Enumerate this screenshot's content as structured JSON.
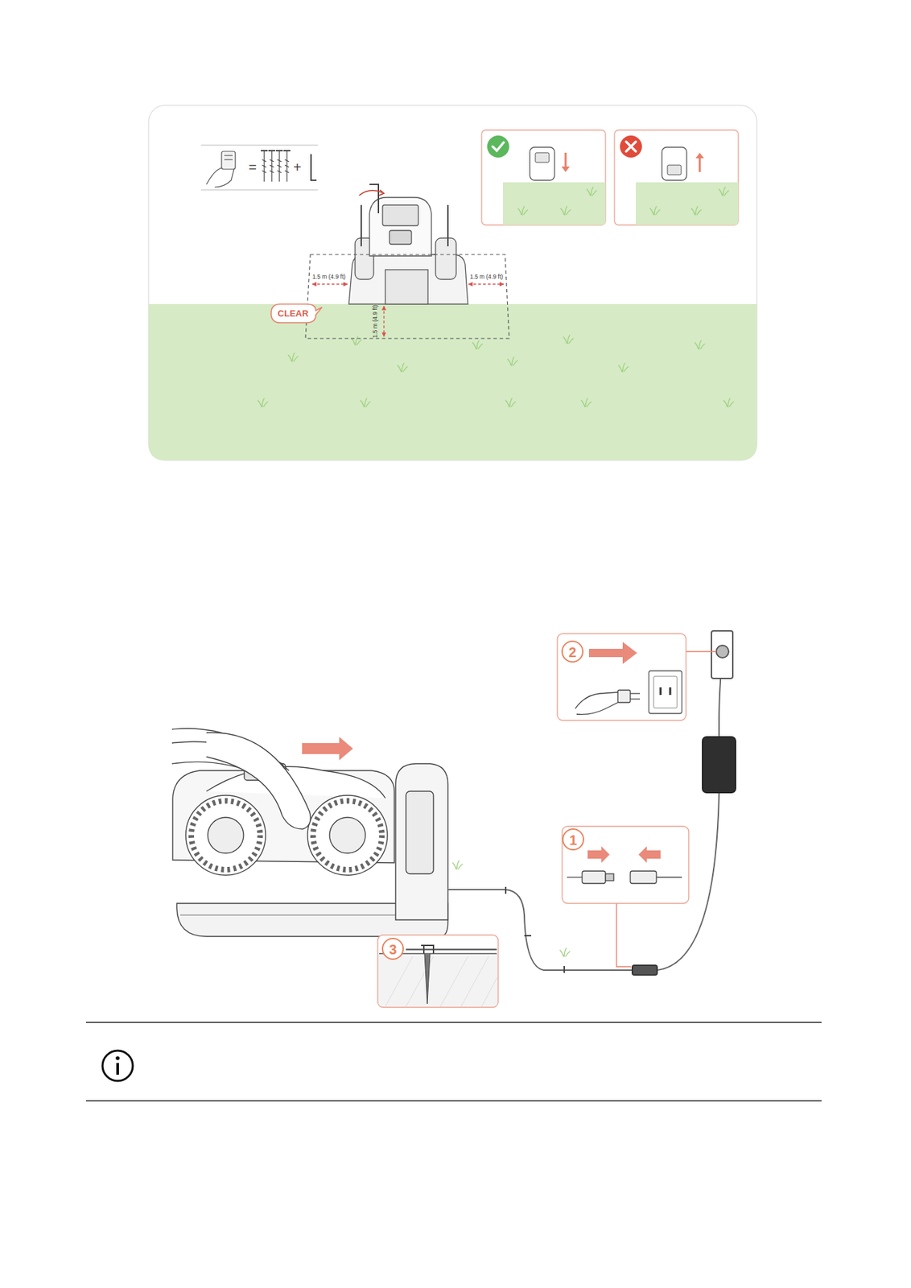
{
  "diagram": {
    "nodes": [
      {
        "text": [
          "CLEAR"
        ]
      }
    ],
    "labels": [
      "1.5 m (4.9 ft)",
      "1.5 m (4.9 ft)",
      "1.5 m (4.9 ft)",
      "1",
      "2",
      "3",
      "=",
      "+"
    ]
  }
}
